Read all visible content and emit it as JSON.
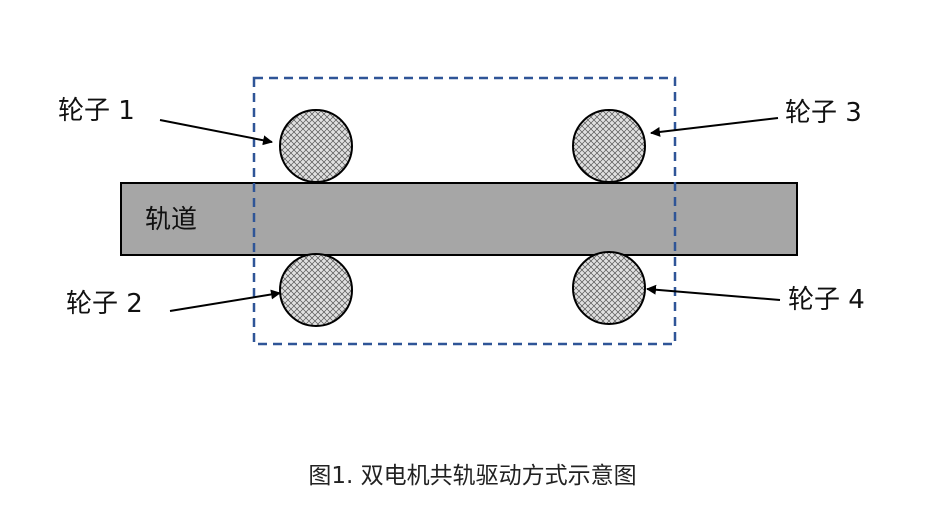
{
  "diagram": {
    "track_label": "轨道",
    "wheels": [
      {
        "label": "轮子 1"
      },
      {
        "label": "轮子 2"
      },
      {
        "label": "轮子 3"
      },
      {
        "label": "轮子 4"
      }
    ],
    "colors": {
      "track_fill": "#a6a6a6",
      "track_stroke": "#000000",
      "frame_stroke": "#2f5597",
      "wheel_fill": "#d9d9d9",
      "wheel_stroke": "#000000"
    }
  },
  "caption": "图1. 双电机共轨驱动方式示意图"
}
